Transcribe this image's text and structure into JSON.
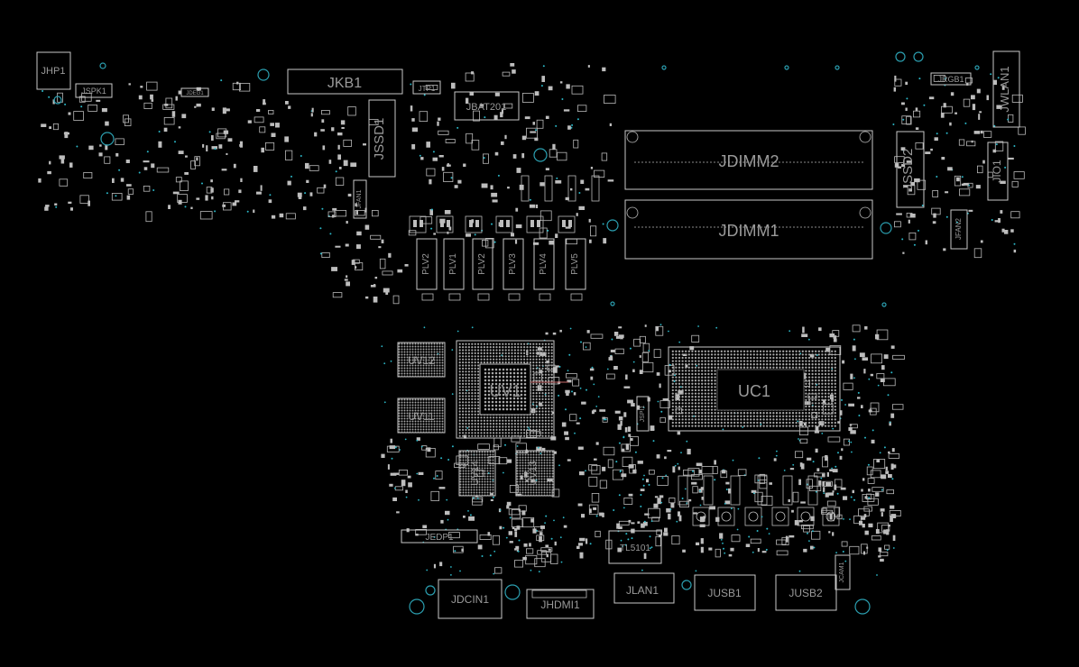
{
  "board": {
    "background_color": "#000000",
    "outline_color": "#c8c8c8",
    "label_color": "#9a9a9a",
    "via_color": "#2bb7c7"
  },
  "components": [
    {
      "id": "JHP1",
      "label": "JHP1"
    },
    {
      "id": "JSPK1",
      "label": "JSPK1"
    },
    {
      "id": "JDEG1",
      "label": "JDEG1"
    },
    {
      "id": "JKB1",
      "label": "JKB1"
    },
    {
      "id": "JTP1",
      "label": "JTP1"
    },
    {
      "id": "JBAT201",
      "label": "JBAT201"
    },
    {
      "id": "JSSD1",
      "label": "JSSD1"
    },
    {
      "id": "JFAN1",
      "label": "JFAN1"
    },
    {
      "id": "PLV2",
      "label": "PLV2"
    },
    {
      "id": "PLV1",
      "label": "PLV1"
    },
    {
      "id": "PLV20",
      "label": "PLV2"
    },
    {
      "id": "PLV3",
      "label": "PLV3"
    },
    {
      "id": "PLV4",
      "label": "PLV4"
    },
    {
      "id": "PLV5",
      "label": "PLV5"
    },
    {
      "id": "JDIMM2",
      "label": "JDIMM2"
    },
    {
      "id": "JDIMM1",
      "label": "JDIMM1"
    },
    {
      "id": "JSSD2",
      "label": "JSSD2"
    },
    {
      "id": "JRGB1",
      "label": "JRGB1"
    },
    {
      "id": "JWLAN1",
      "label": "JWLAN1"
    },
    {
      "id": "JIO1",
      "label": "JIO1"
    },
    {
      "id": "JFAN2",
      "label": "JFAN2"
    },
    {
      "id": "UV12",
      "label": "UV12"
    },
    {
      "id": "UV11",
      "label": "UV11"
    },
    {
      "id": "UV1",
      "label": "UV1"
    },
    {
      "id": "UV14",
      "label": "UV14"
    },
    {
      "id": "UV13",
      "label": "UV13"
    },
    {
      "id": "UC1",
      "label": "UC1"
    },
    {
      "id": "JSPI1",
      "label": "JSPI1"
    },
    {
      "id": "JEDP1",
      "label": "JEDP1"
    },
    {
      "id": "TL5101",
      "label": "TL5101"
    },
    {
      "id": "JDCIN1",
      "label": "JDCIN1"
    },
    {
      "id": "JHDMI1",
      "label": "JHDMI1"
    },
    {
      "id": "JLAN1",
      "label": "JLAN1"
    },
    {
      "id": "JUSB1",
      "label": "JUSB1"
    },
    {
      "id": "JUSB2",
      "label": "JUSB2"
    },
    {
      "id": "JCAM1",
      "label": "JCAM1"
    }
  ]
}
